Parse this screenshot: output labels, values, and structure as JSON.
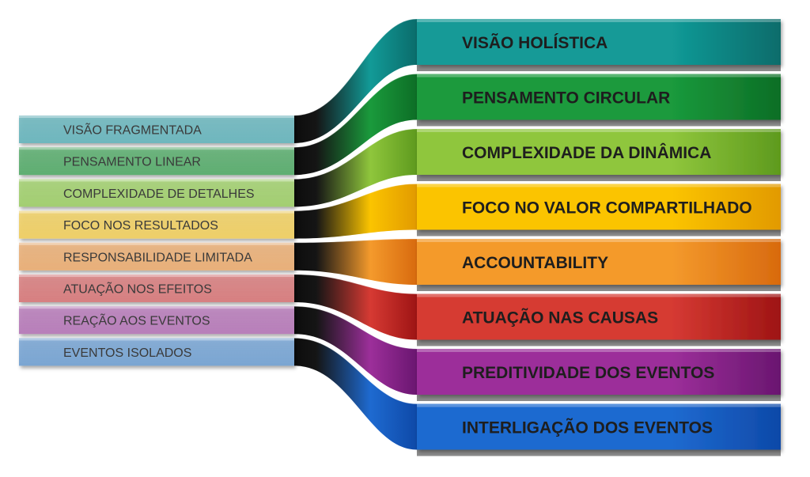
{
  "left_items": [
    {
      "label": "VISÃO FRAGMENTADA",
      "color": "#6fb7be"
    },
    {
      "label": "PENSAMENTO LINEAR",
      "color": "#5fae72"
    },
    {
      "label": "COMPLEXIDADE DE DETALHES",
      "color": "#a3cf72"
    },
    {
      "label": "FOCO NOS RESULTADOS",
      "color": "#eecf68"
    },
    {
      "label": "RESPONSABILIDADE LIMITADA",
      "color": "#e8b07a"
    },
    {
      "label": "ATUAÇÃO NOS EFEITOS",
      "color": "#d78081"
    },
    {
      "label": "REAÇÃO AOS EVENTOS",
      "color": "#b87fba"
    },
    {
      "label": "EVENTOS ISOLADOS",
      "color": "#7ba6d3"
    }
  ],
  "right_items": [
    {
      "label": "VISÃO HOLÍSTICA",
      "color": "#129a97",
      "dark": "#0a6c6b"
    },
    {
      "label": "PENSAMENTO CIRCULAR",
      "color": "#1a9a3c",
      "dark": "#0d6e26"
    },
    {
      "label": "COMPLEXIDADE DA DINÂMICA",
      "color": "#8fc63c",
      "dark": "#5e9a1e"
    },
    {
      "label": "FOCO NO VALOR COMPARTILHADO",
      "color": "#fbc400",
      "dark": "#e29a00"
    },
    {
      "label": "ACCOUNTABILITY",
      "color": "#f49a2c",
      "dark": "#d86a0e"
    },
    {
      "label": "ATUAÇÃO NAS CAUSAS",
      "color": "#d63a33",
      "dark": "#9e1414"
    },
    {
      "label": "PREDITIVIDADE DOS EVENTOS",
      "color": "#9c2f9a",
      "dark": "#6a1670"
    },
    {
      "label": "INTERLIGAÇÃO DOS EVENTOS",
      "color": "#1e6ad0",
      "dark": "#0e49a8"
    }
  ]
}
